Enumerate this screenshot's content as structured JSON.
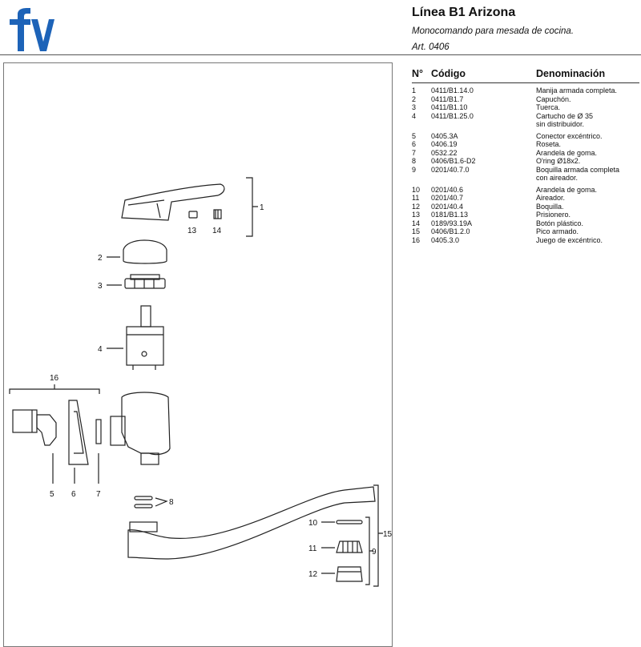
{
  "header": {
    "title": "Línea B1 Arizona",
    "subtitle": "Monocomando para mesada de cocina.",
    "article": "Art. 0406"
  },
  "table": {
    "headers": {
      "n": "N°",
      "code": "Código",
      "name": "Denominación"
    },
    "rows": [
      {
        "n": "1",
        "code": "0411/B1.14.0",
        "name": "Manija armada completa."
      },
      {
        "n": "2",
        "code": "0411/B1.7",
        "name": "Capuchón."
      },
      {
        "n": "3",
        "code": "0411/B1.10",
        "name": "Tuerca."
      },
      {
        "n": "4",
        "code": "0411/B1.25.0",
        "name": "Cartucho de Ø 35",
        "name2": "sin distribuidor."
      },
      {
        "n": "5",
        "code": "0405.3A",
        "name": "Conector excéntrico."
      },
      {
        "n": "6",
        "code": "0406.19",
        "name": "Roseta."
      },
      {
        "n": "7",
        "code": "0532.22",
        "name": "Arandela de goma."
      },
      {
        "n": "8",
        "code": "0406/B1.6-D2",
        "name": "O'ring Ø18x2."
      },
      {
        "n": "9",
        "code": "0201/40.7.0",
        "name": "Boquilla armada completa",
        "name2": "con aireador."
      },
      {
        "n": "10",
        "code": "0201/40.6",
        "name": "Arandela de goma."
      },
      {
        "n": "11",
        "code": "0201/40.7",
        "name": "Aireador."
      },
      {
        "n": "12",
        "code": "0201/40.4",
        "name": "Boquilla."
      },
      {
        "n": "13",
        "code": "0181/B1.13",
        "name": "Prisionero."
      },
      {
        "n": "14",
        "code": "0189/93.19A",
        "name": "Botón plástico."
      },
      {
        "n": "15",
        "code": "0406/B1.2.0",
        "name": "Pico armado."
      },
      {
        "n": "16",
        "code": "0405.3.0",
        "name": "Juego de excéntrico."
      }
    ]
  },
  "callouts": {
    "c1": "1",
    "c2": "2",
    "c3": "3",
    "c4": "4",
    "c5": "5",
    "c6": "6",
    "c7": "7",
    "c8": "8",
    "c9": "9",
    "c10": "10",
    "c11": "11",
    "c12": "12",
    "c13": "13",
    "c14": "14",
    "c15": "15",
    "c16": "16"
  },
  "colors": {
    "logo": "#1d63b8",
    "line": "#222222"
  },
  "icons": {
    "logo": "fv-logo"
  }
}
